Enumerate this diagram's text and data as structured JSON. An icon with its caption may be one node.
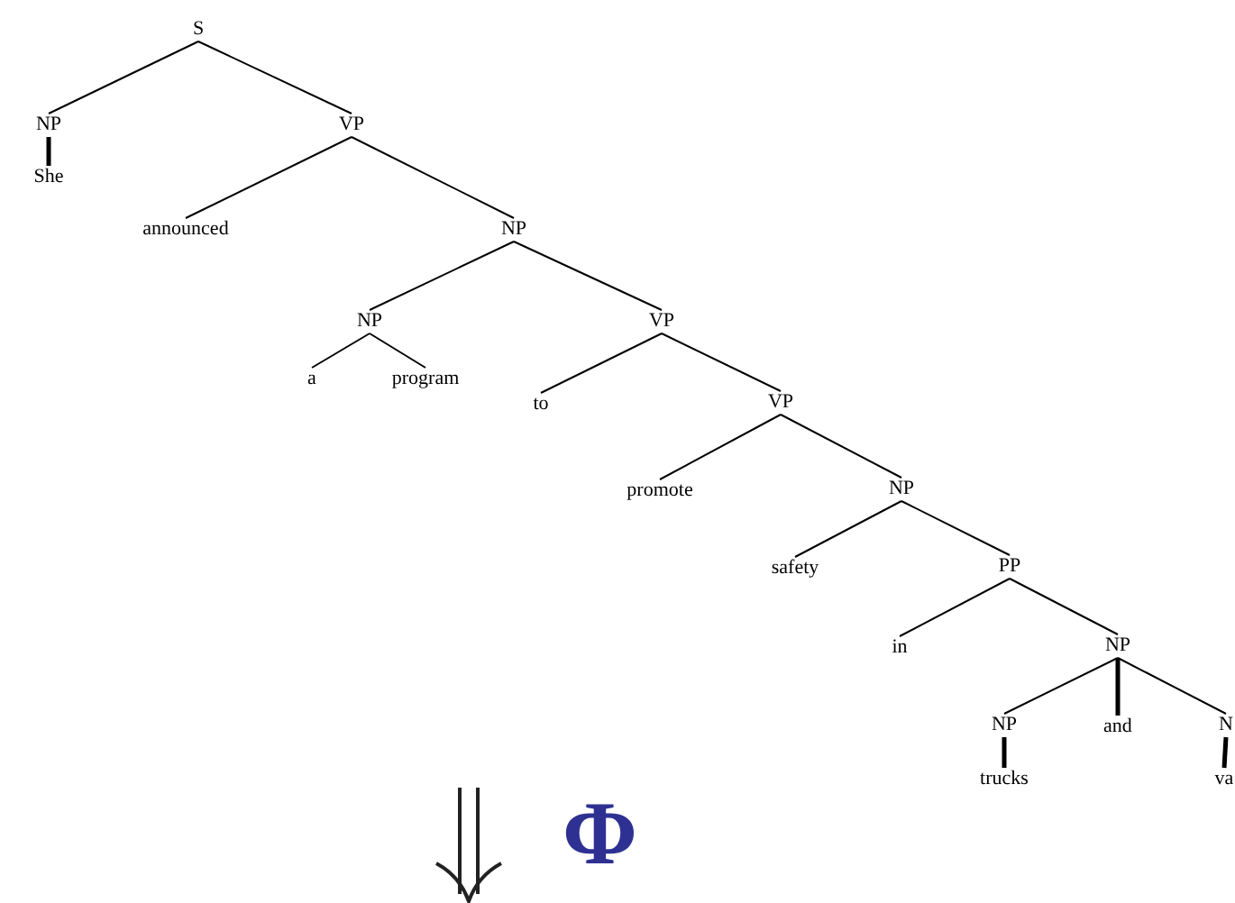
{
  "diagram": {
    "nodes": [
      {
        "text": [
          "S"
        ]
      },
      {
        "text": [
          "NP"
        ]
      },
      {
        "text": [
          "VP"
        ]
      },
      {
        "text": [
          "She"
        ]
      },
      {
        "text": [
          "announced"
        ]
      },
      {
        "text": [
          "NP"
        ]
      },
      {
        "text": [
          "NP"
        ]
      },
      {
        "text": [
          "VP"
        ]
      },
      {
        "text": [
          "a"
        ]
      },
      {
        "text": [
          "program"
        ]
      },
      {
        "text": [
          "to"
        ]
      },
      {
        "text": [
          "VP"
        ]
      },
      {
        "text": [
          "promote"
        ]
      },
      {
        "text": [
          "NP"
        ]
      },
      {
        "text": [
          "safety"
        ]
      },
      {
        "text": [
          "PP"
        ]
      },
      {
        "text": [
          "in"
        ]
      },
      {
        "text": [
          "NP"
        ]
      },
      {
        "text": [
          "NP"
        ]
      },
      {
        "text": [
          "and"
        ]
      },
      {
        "text": [
          "N"
        ]
      },
      {
        "text": [
          "trucks"
        ]
      },
      {
        "text": [
          "va"
        ]
      }
    ],
    "edges": [
      {
        "from": 0,
        "to": 1,
        "arrow": "none"
      },
      {
        "from": 0,
        "to": 2,
        "arrow": "none"
      },
      {
        "from": 1,
        "to": 3,
        "arrow": "none",
        "style": "thick"
      },
      {
        "from": 2,
        "to": 4,
        "arrow": "none"
      },
      {
        "from": 2,
        "to": 5,
        "arrow": "none"
      },
      {
        "from": 5,
        "to": 6,
        "arrow": "none"
      },
      {
        "from": 5,
        "to": 7,
        "arrow": "none"
      },
      {
        "from": 6,
        "to": 8,
        "arrow": "none"
      },
      {
        "from": 6,
        "to": 9,
        "arrow": "none"
      },
      {
        "from": 7,
        "to": 10,
        "arrow": "none"
      },
      {
        "from": 7,
        "to": 11,
        "arrow": "none"
      },
      {
        "from": 11,
        "to": 12,
        "arrow": "none"
      },
      {
        "from": 11,
        "to": 13,
        "arrow": "none"
      },
      {
        "from": 13,
        "to": 14,
        "arrow": "none"
      },
      {
        "from": 13,
        "to": 15,
        "arrow": "none"
      },
      {
        "from": 15,
        "to": 16,
        "arrow": "none"
      },
      {
        "from": 15,
        "to": 17,
        "arrow": "none"
      },
      {
        "from": 17,
        "to": 18,
        "arrow": "none"
      },
      {
        "from": 17,
        "to": 19,
        "arrow": "none",
        "style": "thick"
      },
      {
        "from": 17,
        "to": 20,
        "arrow": "none"
      },
      {
        "from": 18,
        "to": 21,
        "arrow": "none",
        "style": "thick"
      },
      {
        "from": 20,
        "to": 22,
        "arrow": "none",
        "style": "thick"
      }
    ],
    "labels": [
      "Φ"
    ]
  }
}
